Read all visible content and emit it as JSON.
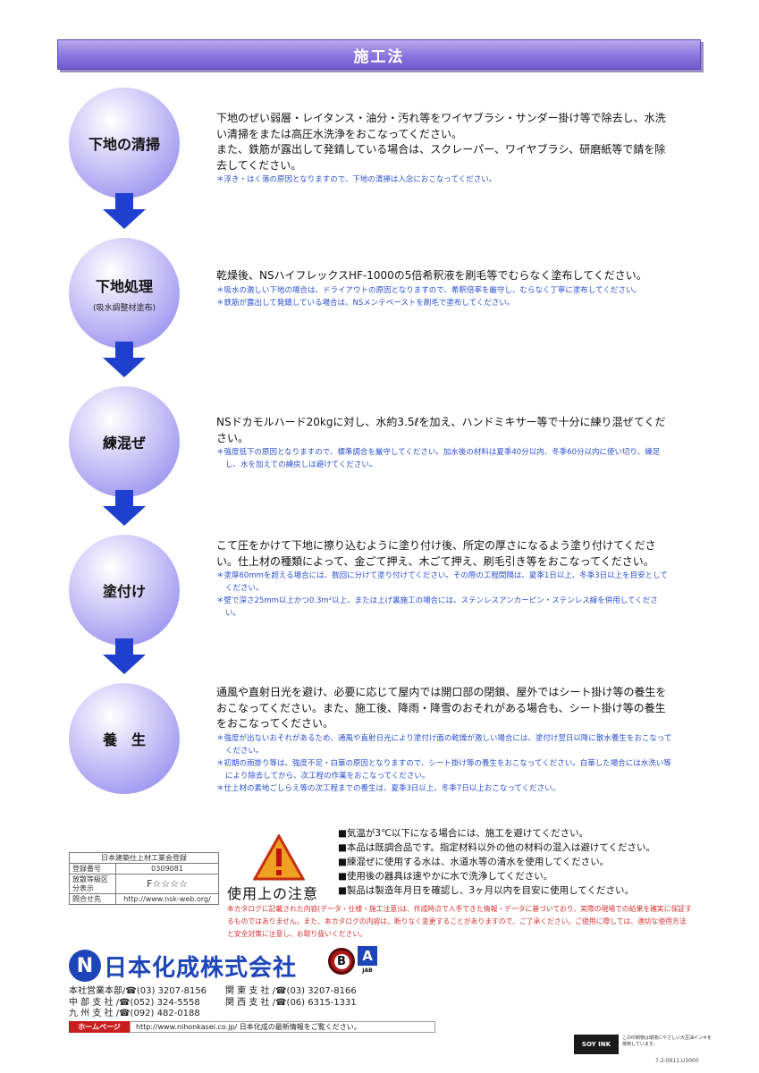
{
  "header": {
    "title": "施工法"
  },
  "steps": [
    {
      "title": "下地の清掃",
      "subtitle": "",
      "main": [
        "下地のぜい弱層・レイタンス・油分・汚れ等をワイヤブラシ・サンダー掛け等で除去し、水洗い清掃をまたは高圧水洗浄をおこなってください。",
        "また、鉄筋が露出して発錆している場合は、スクレーパー、ワイヤブラシ、研磨紙等で錆を除去してください。"
      ],
      "notes": [
        "＊浮き・はく落の原因となりますので、下地の清掃は入念におこなってください。"
      ]
    },
    {
      "title": "下地処理",
      "subtitle": "(吸水調整材塗布)",
      "main": [
        "乾燥後、NSハイフレックスHF-1000の5倍希釈液を刷毛等でむらなく塗布してください。"
      ],
      "notes": [
        "＊吸水の激しい下地の場合は、ドライアウトの原因となりますので、希釈倍率を厳守し、むらなく丁寧に塗布してください。",
        "＊鉄筋が露出して発錆している場合は、NSメンテペーストを刷毛で塗布してください。"
      ]
    },
    {
      "title": "練混ぜ",
      "subtitle": "",
      "main": [
        "NSドカモルハード20kgに対し、水約3.5ℓを加え、ハンドミキサー等で十分に練り混ぜてください。"
      ],
      "notes": [
        "＊強度低下の原因となりますので、標準調合を厳守してください。加水後の材料は夏季40分以内、冬季60分以内に使い切り、練足し、水を加えての練戻しは避けてください。"
      ]
    },
    {
      "title": "塗付け",
      "subtitle": "",
      "main": [
        "こて圧をかけて下地に擦り込むように塗り付け後、所定の厚さになるよう塗り付けてください。仕上材の種類によって、金ごて押え、木ごて押え、刷毛引き等をおこなってください。"
      ],
      "notes": [
        "＊塗厚60mmを超える場合には、数回に分けて塗り付けてください。その際の工程間隔は、夏季1日以上、冬季3日以上を目安としてください。",
        "＊壁で深さ25mm以上かつ0.3m²以上、または上げ裏施工の場合には、ステンレスアンカーピン・ステンレス線を併用してください。"
      ]
    },
    {
      "title": "養　生",
      "subtitle": "",
      "main": [
        "通風や直射日光を避け、必要に応じて屋内では開口部の閉鎖、屋外ではシート掛け等の養生をおこなってください。また、施工後、降雨・降雪のおそれがある場合も、シート掛け等の養生をおこなってください。"
      ],
      "notes": [
        "＊強度が出ないおそれがあるため、通風や直射日光により塗付け面の乾燥が激しい場合には、塗付け翌日以降に散水養生をおこなってください。",
        "＊初期の雨掛り等は、強度不足・白華の原因となりますので、シート掛け等の養生をおこなってください。白華した場合には水洗い等により除去してから、次工程の作業をおこなってください。",
        "＊仕上材の素地ごしらえ等の次工程までの養生は、夏季3日以上、冬季7日以上おこなってください。"
      ]
    }
  ],
  "registration": {
    "header": "日本建築仕上材工業会登録",
    "rows": [
      {
        "key": "登録番号",
        "value": "0309081"
      },
      {
        "key": "放散等級区分表示",
        "value": "F☆☆☆☆"
      },
      {
        "key": "問合せ先",
        "value": "http://www.nsk-web.org/"
      }
    ]
  },
  "caution": {
    "title": "使用上の注意",
    "items": [
      "■気温が3℃以下になる場合には、施工を避けてください。",
      "■本品は既調合品です。指定材料以外の他の材料の混入は避けてください。",
      "■練混ぜに使用する水は、水道水等の清水を使用してください。",
      "■使用後の器具は速やかに水で洗浄してください。",
      "■製品は製造年月日を確認し、3ヶ月以内を目安に使用してください。"
    ],
    "disclaimer": "本カタログに記載された内容(データ・仕様・施工注意)は、作成時点で入手できた情報・データに基づいており、実際の現場での結果を確実に保証するものではありません。また、本カタログの内容は、断りなく変更することがありますので、ご了承ください。ご使用に際しては、適切な使用方法と安全対策に注意し、お取り扱いください。"
  },
  "company": {
    "logo_mark": "N",
    "name": "日本化成株式会社",
    "badge_b": "B",
    "badge_a": "A",
    "badge_a_label": "JAB",
    "offices": [
      [
        "本社営業本部/☎(03) 3207-8156",
        "関 東 支 社 /☎(03) 3207-8166"
      ],
      [
        "中 部 支 社 /☎(052) 324-5558",
        "関 西 支 社 /☎(06) 6315-1331"
      ],
      [
        "九 州 支 社 /☎(092) 482-0188",
        ""
      ]
    ],
    "homepage_label": "ホームページ",
    "homepage_text": "http://www.nihonkasei.co.jp/ 日本化成の最新情報をご覧ください。"
  },
  "footer": {
    "soyink": "SOY INK",
    "soyink_note": "この印刷物は環境にやさしい大豆油インキを使用しています。",
    "code": "7.2-0911.U3000"
  },
  "colors": {
    "banner": "#8a76dd",
    "circle": "#a59df0",
    "arrow": "#1f3fcf",
    "note_blue": "#2a4fd0",
    "warn_red": "#d83030",
    "logo_blue": "#1d45b8"
  },
  "icons": [
    "down-arrow-icon",
    "warning-triangle-icon",
    "phone-icon"
  ]
}
